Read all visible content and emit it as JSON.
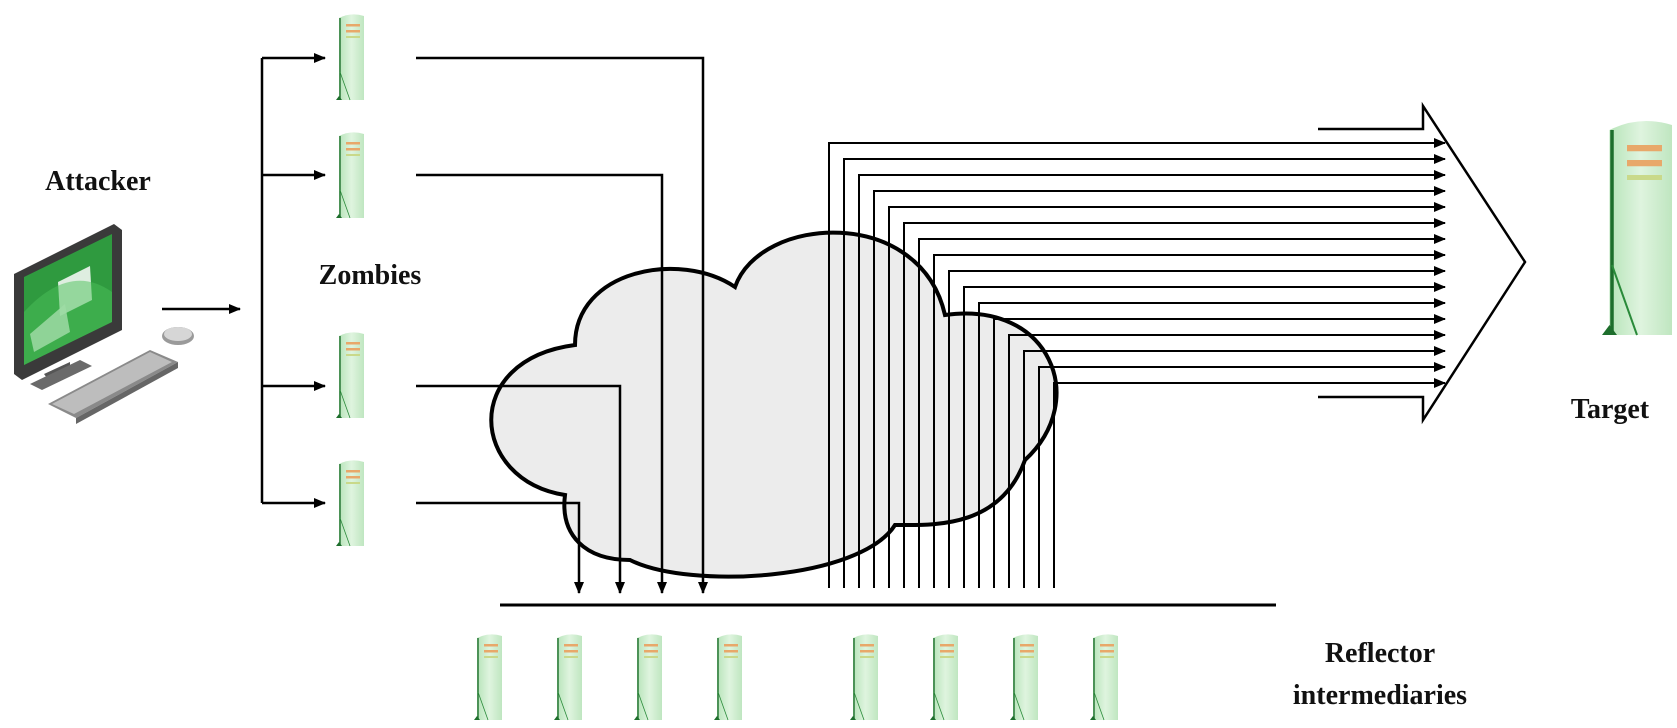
{
  "labels": {
    "attacker": "Attacker",
    "zombies": "Zombies",
    "target": "Target",
    "reflector_line1": "Reflector",
    "reflector_line2": "intermediaries"
  },
  "colors": {
    "stroke": "#000000",
    "cloud_fill": "#ececec",
    "server_fill": "#cdeccd",
    "server_edge": "#2a8a3a",
    "server_stripe": "#e8a86a",
    "monitor_bezel": "#4a4a4a",
    "screen_green": "#2f9a3f"
  },
  "icons": {
    "attacker": "computer-icon",
    "zombie": "server-icon",
    "reflector": "server-icon",
    "target": "server-icon",
    "network": "cloud-icon"
  },
  "counts": {
    "zombies": 4,
    "reflectors": 8,
    "reflected_streams": 16
  }
}
